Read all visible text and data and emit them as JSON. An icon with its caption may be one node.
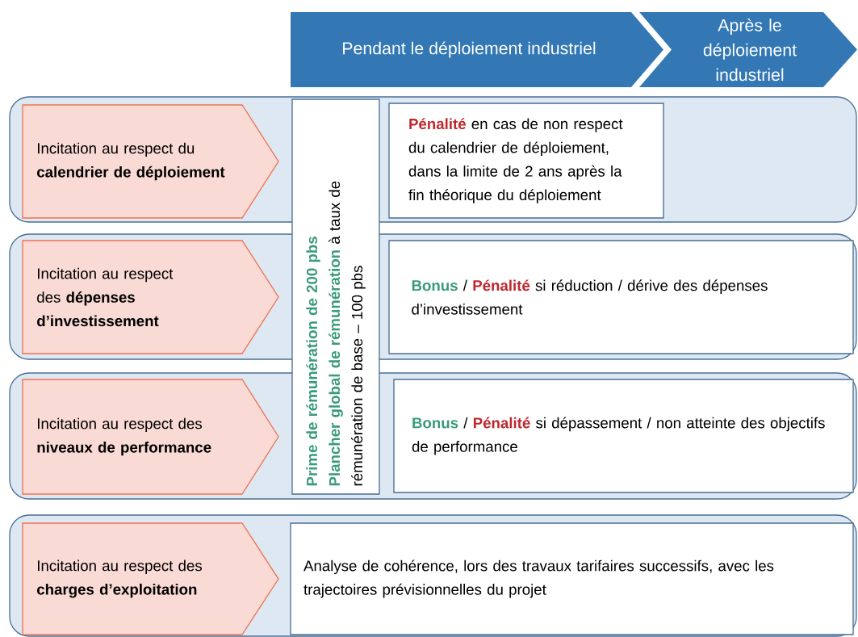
{
  "diagram": {
    "nodes": [
      {
        "text": [
          "Pendant le déploiement industriel"
        ]
      },
      {
        "text": [
          "Après le déploiement industriel"
        ]
      },
      {
        "text": [],
        "shape": "box"
      },
      {
        "text": [
          "Incitation au respect du **calendrier de déploiement**"
        ],
        "in": 2
      },
      {
        "text": [
          "Prime de rémunération de 200 pbs",
          "Plancher global de rémunération",
          "à taux de rémunération de base – 100 pbs"
        ]
      },
      {
        "text": [
          "Pénalité",
          "en cas de non respect du calendrier de déploiement, dans la limite de 2 ans après la fin théorique du déploiement"
        ],
        "in": 2
      },
      {
        "text": [],
        "shape": "box"
      },
      {
        "text": [
          "Incitation au respect des **dépenses d’investissement**"
        ],
        "in": 6
      },
      {
        "text": [
          "Bonus",
          "/",
          "Pénalité",
          "si réduction / dérive des dépenses d’investissement"
        ],
        "in": 6
      },
      {
        "text": [],
        "shape": "box"
      },
      {
        "text": [
          "Incitation au respect des **niveaux de performance**"
        ],
        "in": 9
      },
      {
        "text": [
          "Bonus",
          "/",
          "Pénalité",
          "si dépassement / non atteinte des objectifs de performance"
        ],
        "in": 9
      },
      {
        "text": [],
        "shape": "box"
      },
      {
        "text": [
          "Incitation au respect des **charges d’exploitation**"
        ],
        "in": 12
      },
      {
        "text": [
          "Analyse de cohérence, lors des travaux tarifaires successifs, avec les trajectoires prévisionnelles du projet"
        ],
        "in": 12
      }
    ]
  }
}
